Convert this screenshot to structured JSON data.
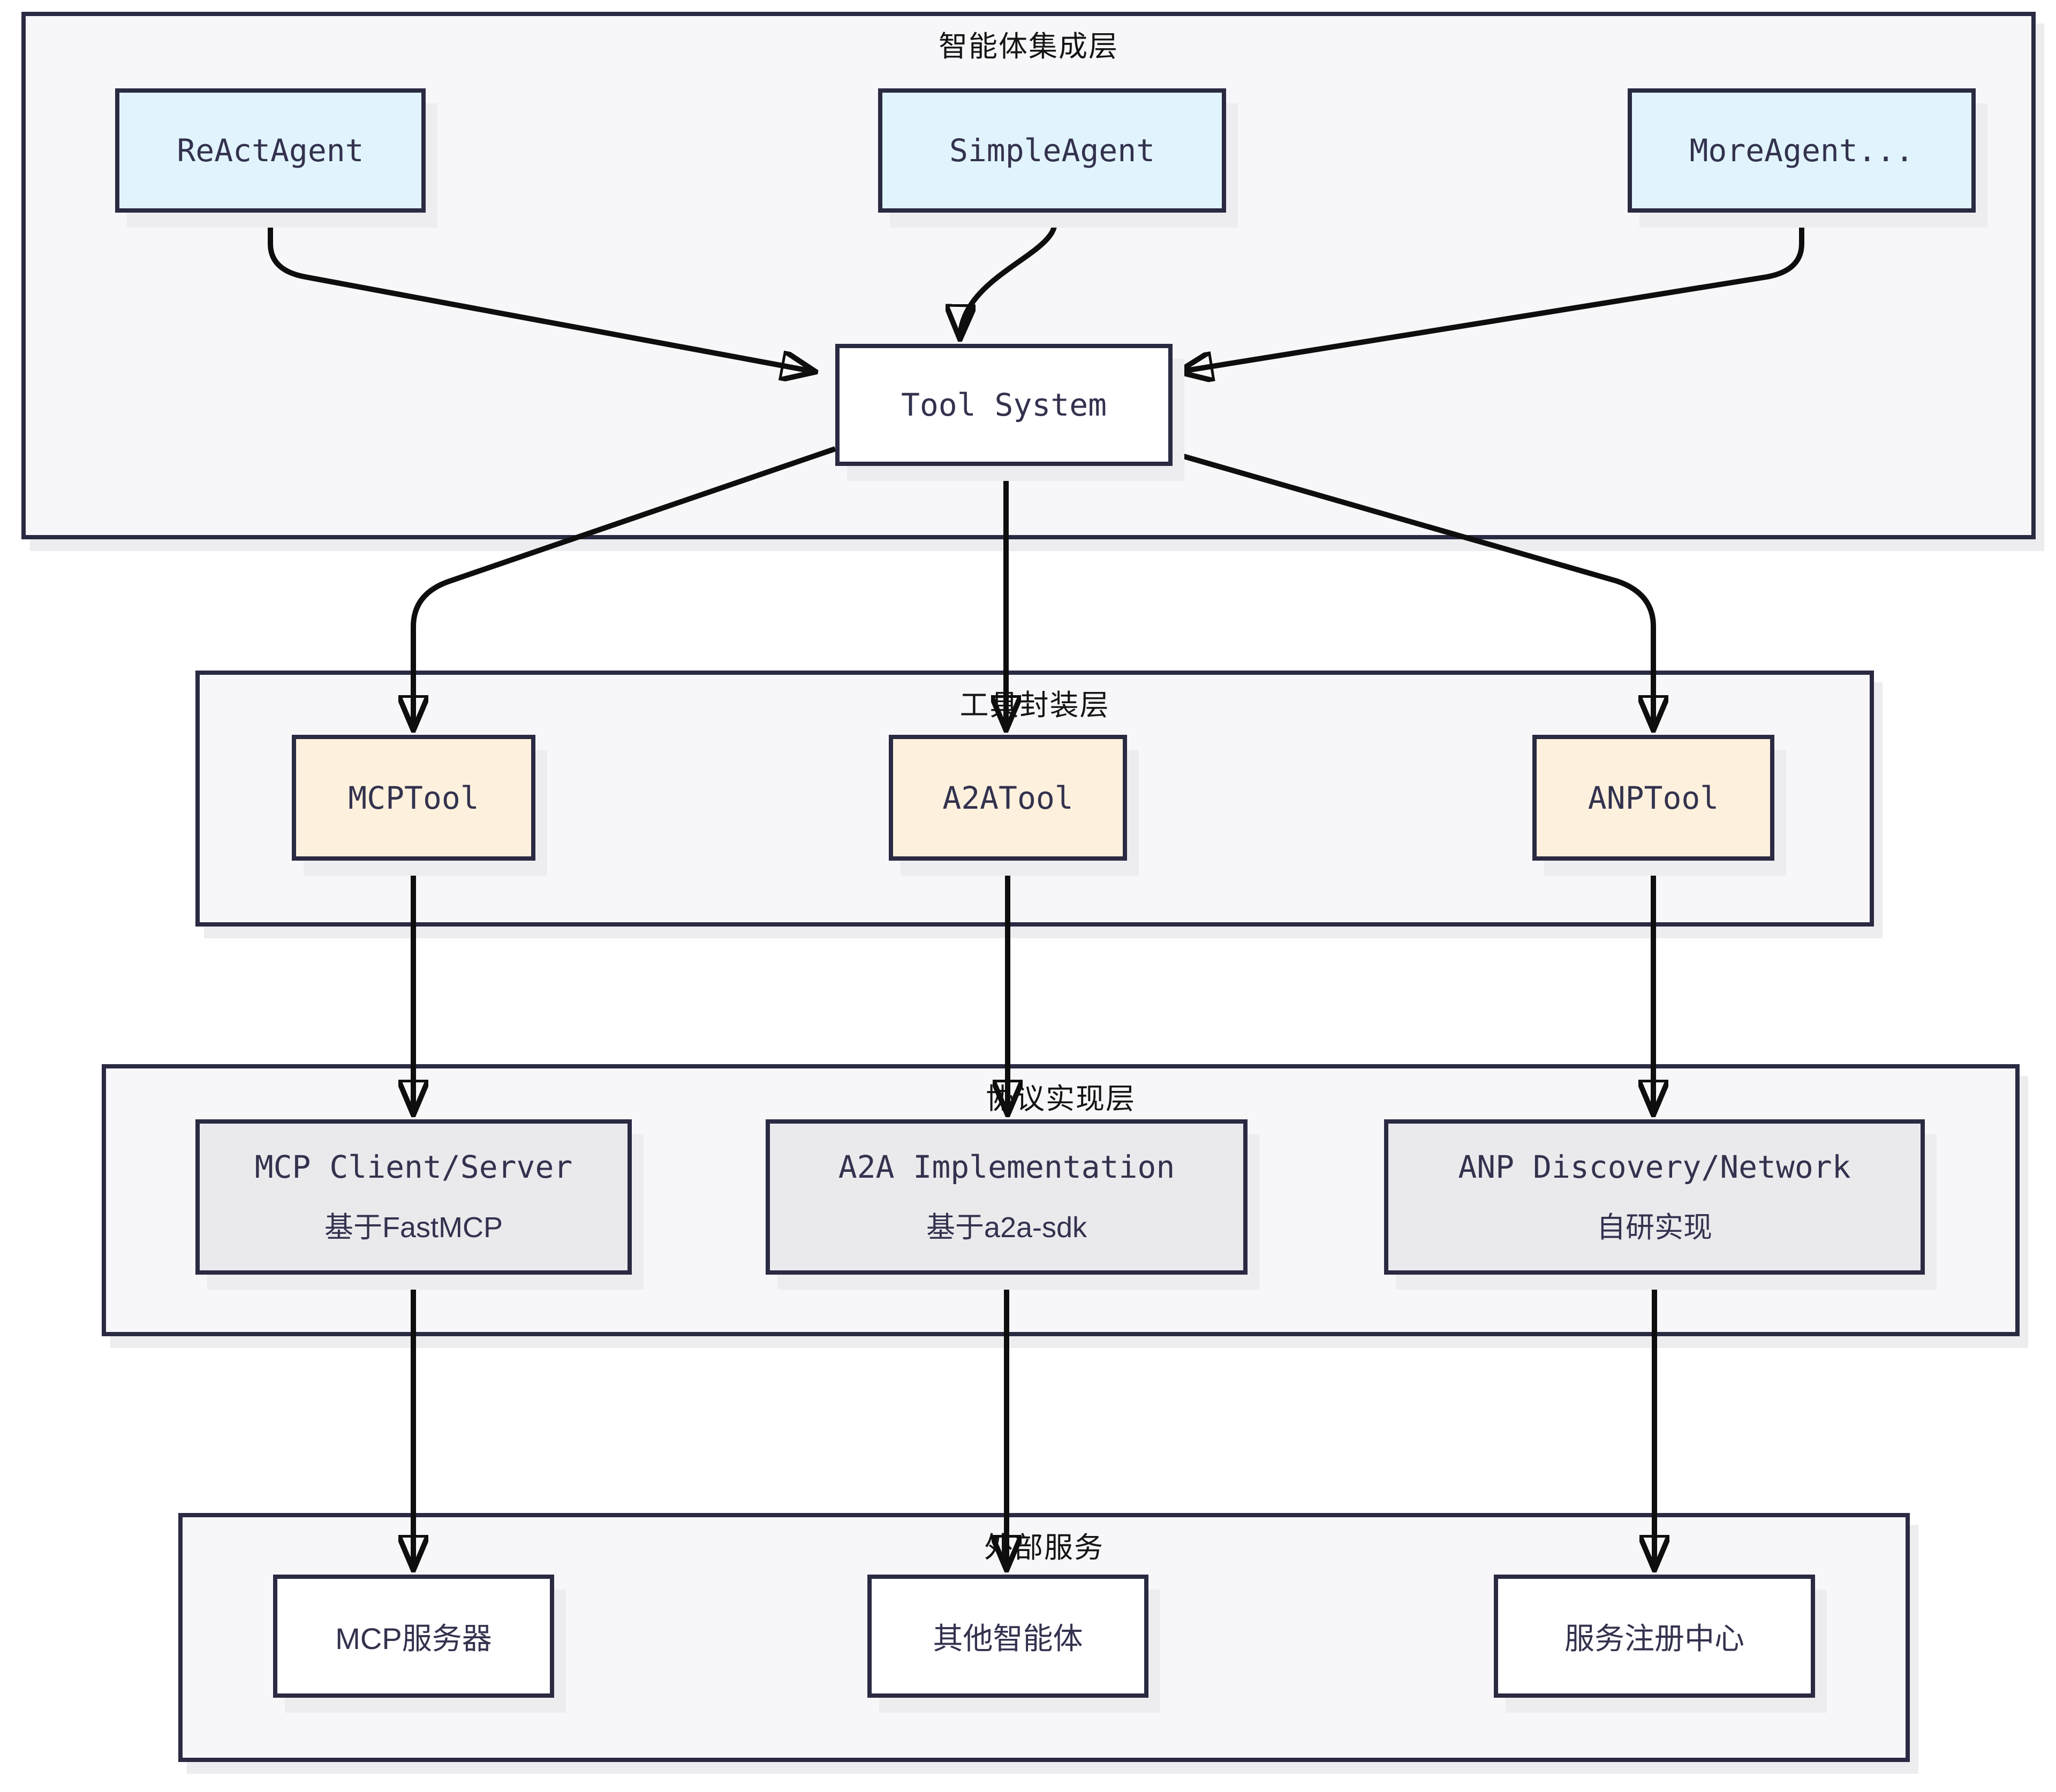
{
  "diagram_type": "layered-flowchart",
  "layers": [
    {
      "id": "agent-integration",
      "title": "智能体集成层"
    },
    {
      "id": "tool-wrapper",
      "title": "工具封装层"
    },
    {
      "id": "protocol-impl",
      "title": "协议实现层"
    },
    {
      "id": "external-services",
      "title": "外部服务"
    }
  ],
  "nodes": {
    "reactagent": {
      "label": "ReActAgent"
    },
    "simpleagent": {
      "label": "SimpleAgent"
    },
    "moreagent": {
      "label": "MoreAgent..."
    },
    "toolsystem": {
      "label": "Tool System"
    },
    "mcptool": {
      "label": "MCPTool"
    },
    "a2atool": {
      "label": "A2ATool"
    },
    "anptool": {
      "label": "ANPTool"
    },
    "mcpimpl": {
      "label": "MCP Client/Server",
      "sublabel": "基于FastMCP"
    },
    "a2aimpl": {
      "label": "A2A Implementation",
      "sublabel": "基于a2a-sdk"
    },
    "anpimpl": {
      "label": "ANP Discovery/Network",
      "sublabel": "自研实现"
    },
    "mcpserver": {
      "label": "MCP服务器"
    },
    "otheragents": {
      "label": "其他智能体"
    },
    "registry": {
      "label": "服务注册中心"
    }
  },
  "edges": [
    {
      "from": "ReActAgent",
      "to": "Tool System"
    },
    {
      "from": "SimpleAgent",
      "to": "Tool System"
    },
    {
      "from": "MoreAgent...",
      "to": "Tool System"
    },
    {
      "from": "Tool System",
      "to": "MCPTool"
    },
    {
      "from": "Tool System",
      "to": "A2ATool"
    },
    {
      "from": "Tool System",
      "to": "ANPTool"
    },
    {
      "from": "MCPTool",
      "to": "MCP Client/Server"
    },
    {
      "from": "A2ATool",
      "to": "A2A Implementation"
    },
    {
      "from": "ANPTool",
      "to": "ANP Discovery/Network"
    },
    {
      "from": "MCP Client/Server",
      "to": "MCP服务器"
    },
    {
      "from": "A2A Implementation",
      "to": "其他智能体"
    },
    {
      "from": "ANP Discovery/Network",
      "to": "服务注册中心"
    }
  ],
  "colors": {
    "agent_node_fill": "#e1f4fd",
    "tool_node_fill": "#fdf1dd",
    "protocol_node_fill": "#eaeaed",
    "service_node_fill": "#ffffff",
    "layer_fill": "#f7f7fa",
    "node_border": "#2a2a43",
    "arrow": "#0e0e0e",
    "text": "#33324e"
  }
}
